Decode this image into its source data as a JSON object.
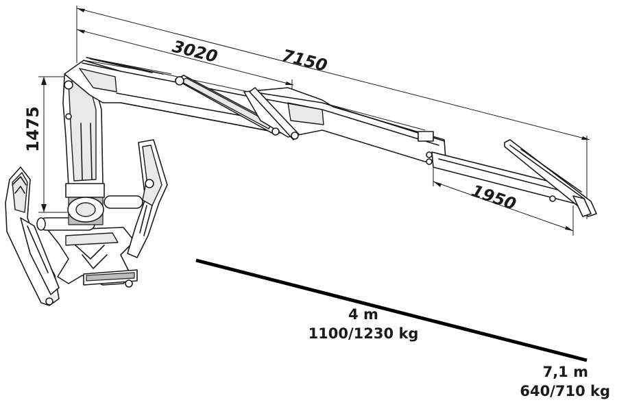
{
  "dimensions": {
    "boom_horizontal_1": "3020",
    "boom_horizontal_total": "7150",
    "column_height": "1475",
    "extension": "1950"
  },
  "capacity": [
    {
      "reach": "4 m",
      "load": "1100/1230 kg"
    },
    {
      "reach": "7,1 m",
      "load": "640/710 kg"
    }
  ]
}
